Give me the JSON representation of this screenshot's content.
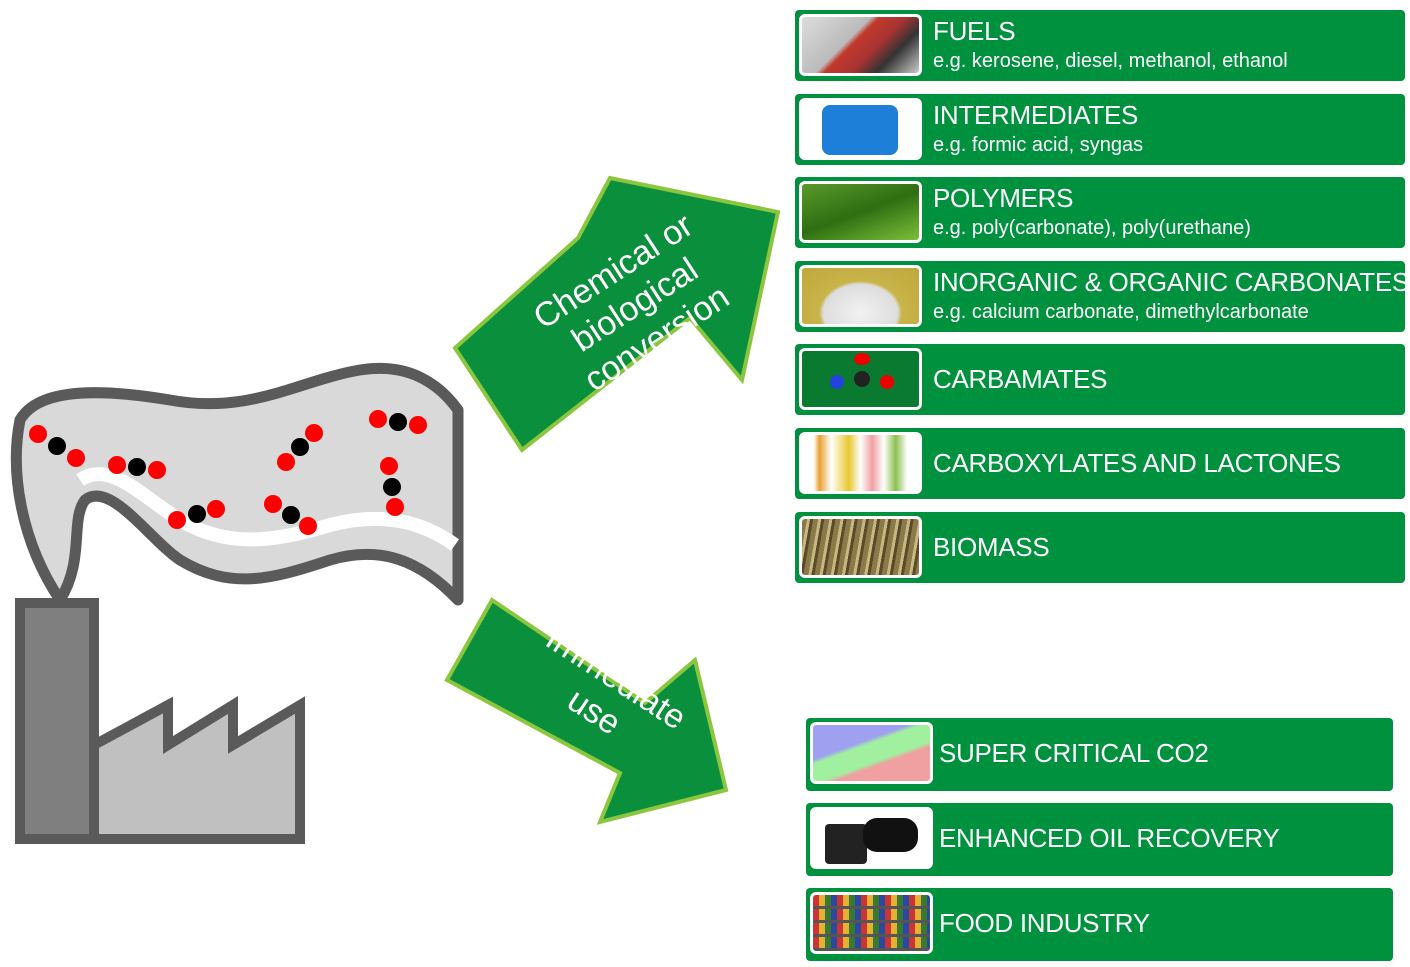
{
  "arrows": {
    "conversion": {
      "lines": [
        "Chemical or",
        "biological",
        "conversion"
      ]
    },
    "immediate": {
      "lines": [
        "Immediate",
        "use"
      ]
    }
  },
  "conversion_products": [
    {
      "title": "FUELS",
      "subtitle": "e.g. kerosene,  diesel, methanol, ethanol",
      "image": "fuel-pump-nozzle"
    },
    {
      "title": "INTERMEDIATES",
      "subtitle": "e.g. formic acid, syngas",
      "image": "blue-chemical-canister"
    },
    {
      "title": "POLYMERS",
      "subtitle": "e.g. poly(carbonate), poly(urethane)",
      "image": "plastic-bottle-on-grass"
    },
    {
      "title": "INORGANIC & ORGANIC CARBONATES",
      "subtitle": "e.g.  calcium carbonate, dimethylcarbonate",
      "image": "white-powder-pile"
    },
    {
      "title": "CARBAMATES",
      "image": "carbamate-molecule-model"
    },
    {
      "title": "CARBOXYLATES AND LACTONES",
      "image": "lab-flasks"
    },
    {
      "title": "BIOMASS",
      "image": "biomass-pellets"
    }
  ],
  "immediate_uses": [
    {
      "title": "SUPER CRITICAL CO2",
      "image": "co2-phase-diagram"
    },
    {
      "title": "ENHANCED OIL RECOVERY",
      "image": "oil-barrels"
    },
    {
      "title": "FOOD INDUSTRY",
      "image": "beverage-shelves"
    }
  ],
  "colors": {
    "box_green": "#00913f",
    "arrow_green": "#0a8f3c",
    "arrow_outline": "#8cc63f",
    "factory_gray": "#5a5a5a",
    "smoke_fill": "#d9d9d9",
    "oxygen_red": "#ff0000",
    "carbon_black": "#000000"
  }
}
